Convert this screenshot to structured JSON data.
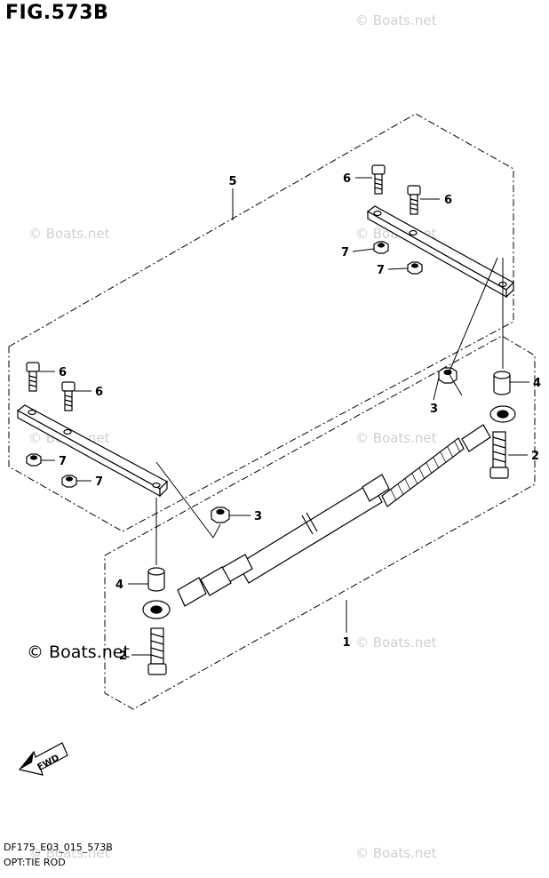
{
  "figure": {
    "title": "FIG.573B",
    "model_code": "DF175_E03_015_573B",
    "caption": "OPT:TIE ROD",
    "fwd_label": "FWD"
  },
  "watermark": {
    "text": "© Boats.net"
  },
  "callouts": [
    {
      "id": "c1",
      "label": "1"
    },
    {
      "id": "c2a",
      "label": "2"
    },
    {
      "id": "c2b",
      "label": "2"
    },
    {
      "id": "c3a",
      "label": "3"
    },
    {
      "id": "c3b",
      "label": "3"
    },
    {
      "id": "c4a",
      "label": "4"
    },
    {
      "id": "c4b",
      "label": "4"
    },
    {
      "id": "c5",
      "label": "5"
    },
    {
      "id": "c6a",
      "label": "6"
    },
    {
      "id": "c6b",
      "label": "6"
    },
    {
      "id": "c6c",
      "label": "6"
    },
    {
      "id": "c6d",
      "label": "6"
    },
    {
      "id": "c7a",
      "label": "7"
    },
    {
      "id": "c7b",
      "label": "7"
    },
    {
      "id": "c7c",
      "label": "7"
    },
    {
      "id": "c7d",
      "label": "7"
    }
  ]
}
